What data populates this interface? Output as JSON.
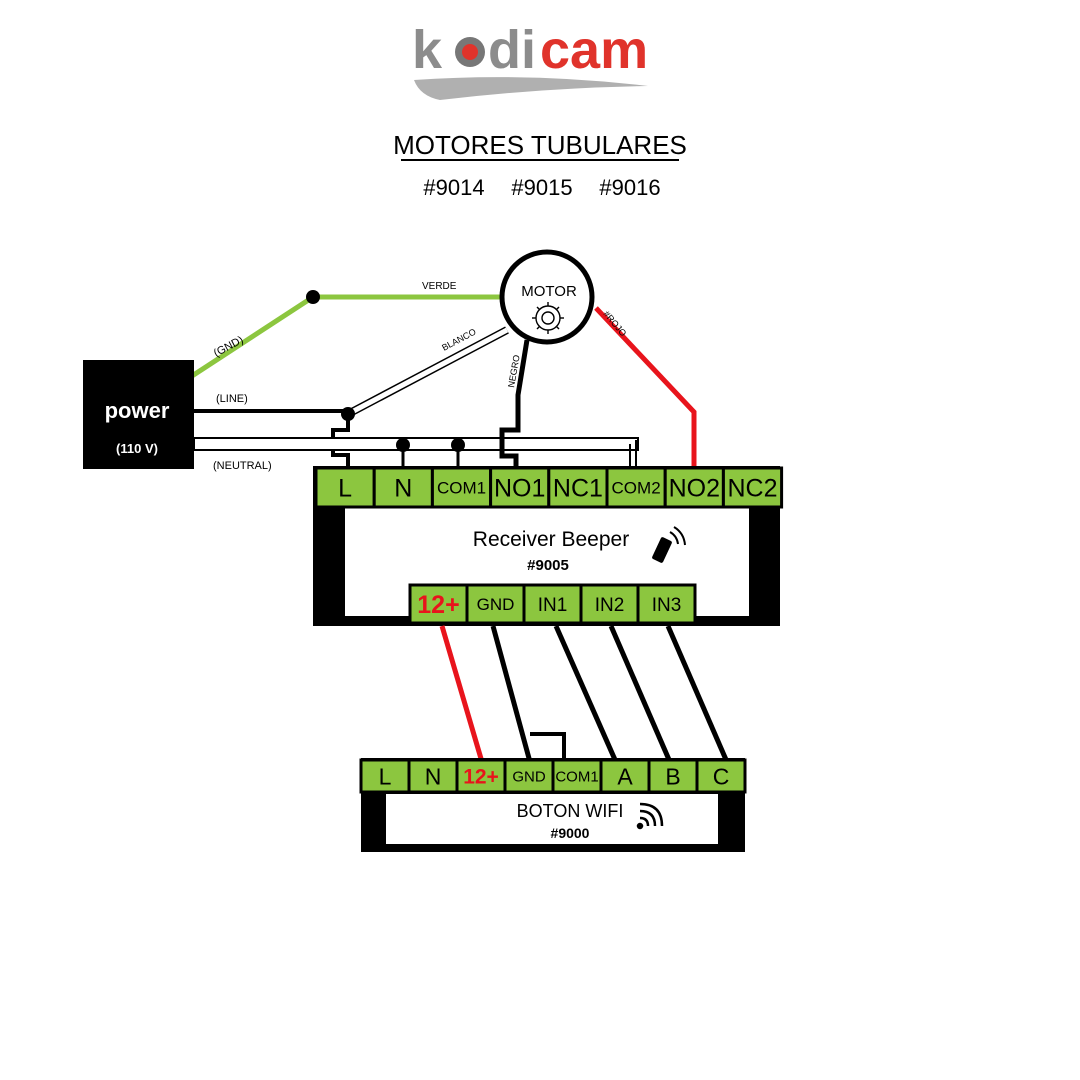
{
  "brand": {
    "part1": "k",
    "part2": "dicam",
    "part3": "cam",
    "grey": "#8c8c8c",
    "red": "#e0332b"
  },
  "header": {
    "title": "MOTORES TUBULARES",
    "models": [
      "#9014",
      "#9015",
      "#9016"
    ]
  },
  "power": {
    "label": "power",
    "voltage": "(110 V)",
    "gnd": "(GND)",
    "line": "(LINE)",
    "neutral": "(NEUTRAL)"
  },
  "motor": {
    "label": "MOTOR",
    "wires": {
      "verde": "VERDE",
      "blanco": "BLANCO",
      "negro": "NEGRO",
      "rojo": "#ROJO"
    }
  },
  "receiver": {
    "name": "Receiver Beeper",
    "model": "#9005",
    "top_terminals": [
      "L",
      "N",
      "COM1",
      "NO1",
      "NC1",
      "COM2",
      "NO2",
      "NC2"
    ],
    "bottom_terminals": [
      "12+",
      "GND",
      "IN1",
      "IN2",
      "IN3"
    ]
  },
  "wifi_button": {
    "name": "BOTON WIFI",
    "model": "#9000",
    "terminals": [
      "L",
      "N",
      "12+",
      "GND",
      "COM1",
      "A",
      "B",
      "C"
    ]
  },
  "colors": {
    "terminal_green": "#8cc63f",
    "wire_green": "#8cc63f",
    "wire_red": "#e8141c",
    "black": "#000000",
    "text_red": "#e8141c"
  }
}
